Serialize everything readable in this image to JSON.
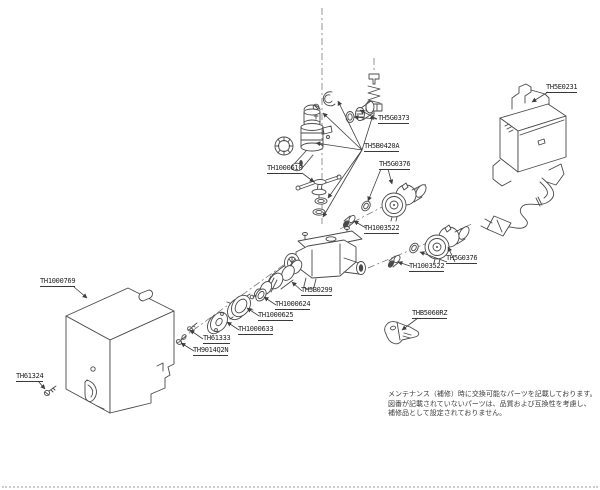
{
  "colors": {
    "line": "#4a4a4a",
    "leader": "#3f3f3f",
    "label_text": "#222222",
    "background": "#ffffff"
  },
  "labels": [
    {
      "text": "TH5E0231",
      "part": "power-adapter"
    },
    {
      "text": "TH5G0373",
      "part": "o-ring-and-coupling"
    },
    {
      "text": "TH5B0420A",
      "part": "solenoid-valve-assembly"
    },
    {
      "text": "TH1000610",
      "part": "mounting-bracket"
    },
    {
      "text": "TH5G0376",
      "part": "regulator-unit-upper"
    },
    {
      "text": "TH1003522",
      "part": "valve-core-upper"
    },
    {
      "text": "TH5G0376",
      "part": "regulator-unit-lower"
    },
    {
      "text": "TH1003522",
      "part": "valve-core-lower"
    },
    {
      "text": "TH5B0299",
      "part": "cartridge"
    },
    {
      "text": "TH1000624",
      "part": "ring"
    },
    {
      "text": "TH1000625",
      "part": "lock-nut"
    },
    {
      "text": "TH1000633",
      "part": "flange"
    },
    {
      "text": "TH61333",
      "part": "screw-small"
    },
    {
      "text": "TH9014Q2N",
      "part": "screw-with-washer"
    },
    {
      "text": "TH1000769",
      "part": "cover-box"
    },
    {
      "text": "TH61324",
      "part": "cover-screw"
    },
    {
      "text": "THB5060RZ",
      "part": "tool-key"
    }
  ],
  "note": {
    "lines": [
      "メンテナンス（補修）時に交換可能なパーツを記載しております。",
      "図番が記載されていないパーツは、品質および互換性を考慮し、",
      "補修品として設定されておりません。"
    ]
  }
}
